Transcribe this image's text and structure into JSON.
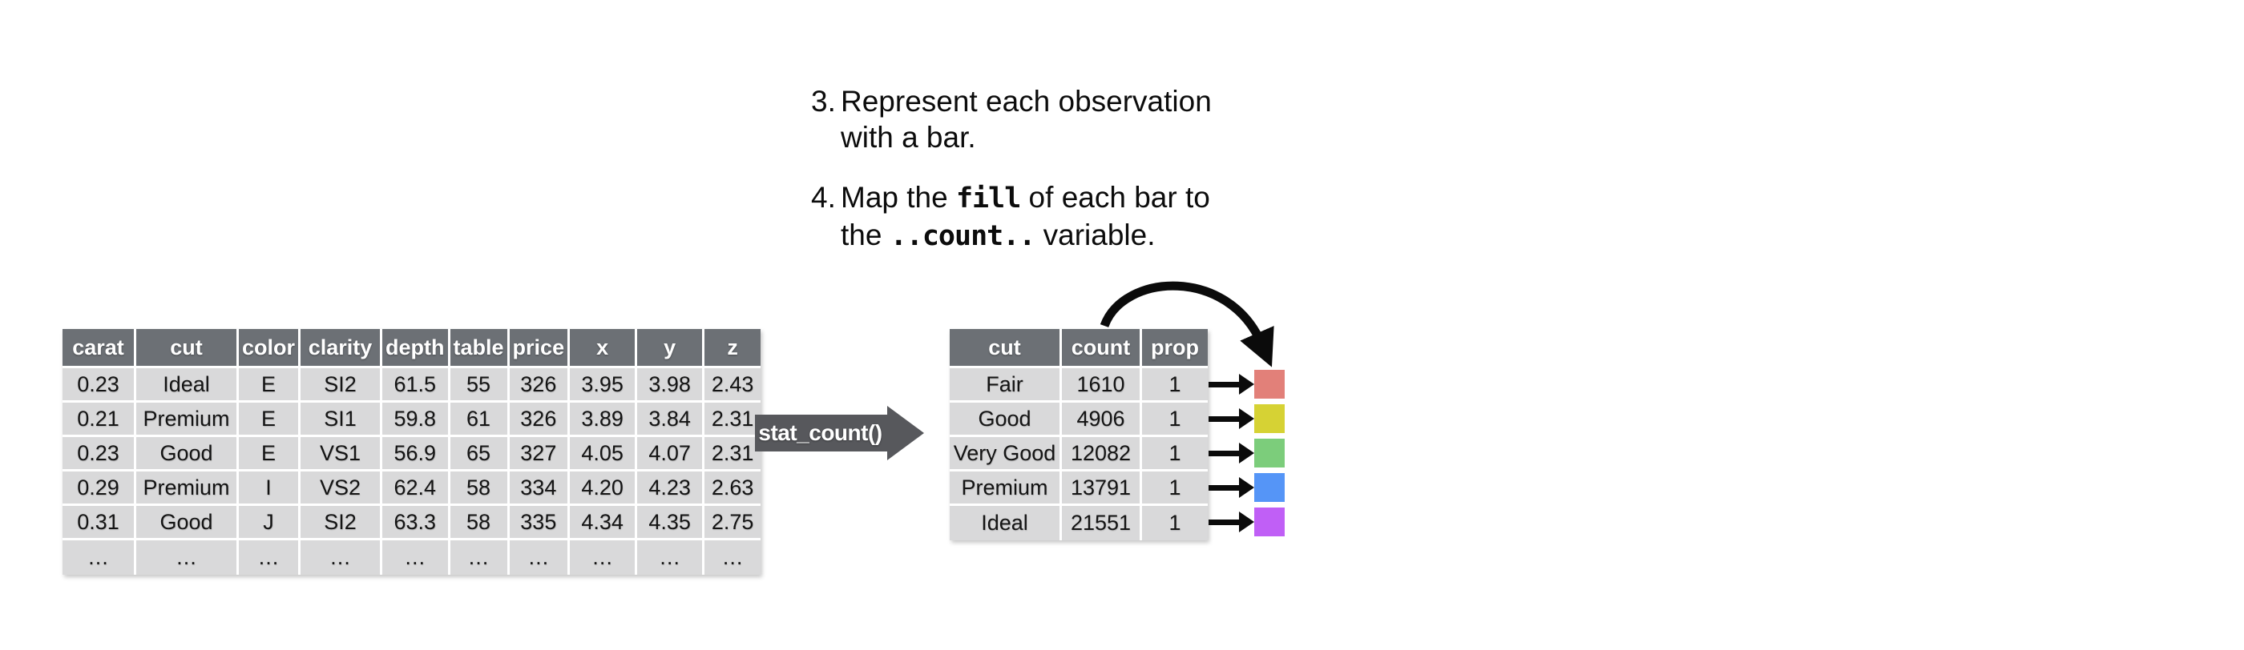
{
  "instructions": {
    "item3": {
      "number": "3.",
      "t1": "Represent each observation with a bar."
    },
    "item4": {
      "number": "4.",
      "t1": "Map the ",
      "code1": "fill",
      "t2": " of each bar to the ",
      "code2": "..count..",
      "t3": " variable."
    }
  },
  "source_table": {
    "columns": [
      "carat",
      "cut",
      "color",
      "clarity",
      "depth",
      "table",
      "price",
      "x",
      "y",
      "z"
    ],
    "rows": [
      [
        "0.23",
        "Ideal",
        "E",
        "SI2",
        "61.5",
        "55",
        "326",
        "3.95",
        "3.98",
        "2.43"
      ],
      [
        "0.21",
        "Premium",
        "E",
        "SI1",
        "59.8",
        "61",
        "326",
        "3.89",
        "3.84",
        "2.31"
      ],
      [
        "0.23",
        "Good",
        "E",
        "VS1",
        "56.9",
        "65",
        "327",
        "4.05",
        "4.07",
        "2.31"
      ],
      [
        "0.29",
        "Premium",
        "I",
        "VS2",
        "62.4",
        "58",
        "334",
        "4.20",
        "4.23",
        "2.63"
      ],
      [
        "0.31",
        "Good",
        "J",
        "SI2",
        "63.3",
        "58",
        "335",
        "4.34",
        "4.35",
        "2.75"
      ],
      [
        "…",
        "…",
        "…",
        "…",
        "…",
        "…",
        "…",
        "…",
        "…",
        "…"
      ]
    ]
  },
  "transform": {
    "label": "stat_count()"
  },
  "result_table": {
    "columns": [
      "cut",
      "count",
      "prop"
    ],
    "rows": [
      [
        "Fair",
        "1610",
        "1"
      ],
      [
        "Good",
        "4906",
        "1"
      ],
      [
        "Very Good",
        "12082",
        "1"
      ],
      [
        "Premium",
        "13791",
        "1"
      ],
      [
        "Ideal",
        "21551",
        "1"
      ]
    ]
  },
  "fill_mapping": {
    "swatches": [
      {
        "cut": "Fair",
        "color": "#E28079"
      },
      {
        "cut": "Good",
        "color": "#D6D234"
      },
      {
        "cut": "Very Good",
        "color": "#7CCD7B"
      },
      {
        "cut": "Premium",
        "color": "#5595F7"
      },
      {
        "cut": "Ideal",
        "color": "#C05FF6"
      }
    ]
  },
  "colors": {
    "table_header_bg": "#6C7075",
    "table_row_bg": "#D9D9DA",
    "transform_arrow_bg": "#57585C",
    "arrow_black": "#0B0B0B"
  }
}
